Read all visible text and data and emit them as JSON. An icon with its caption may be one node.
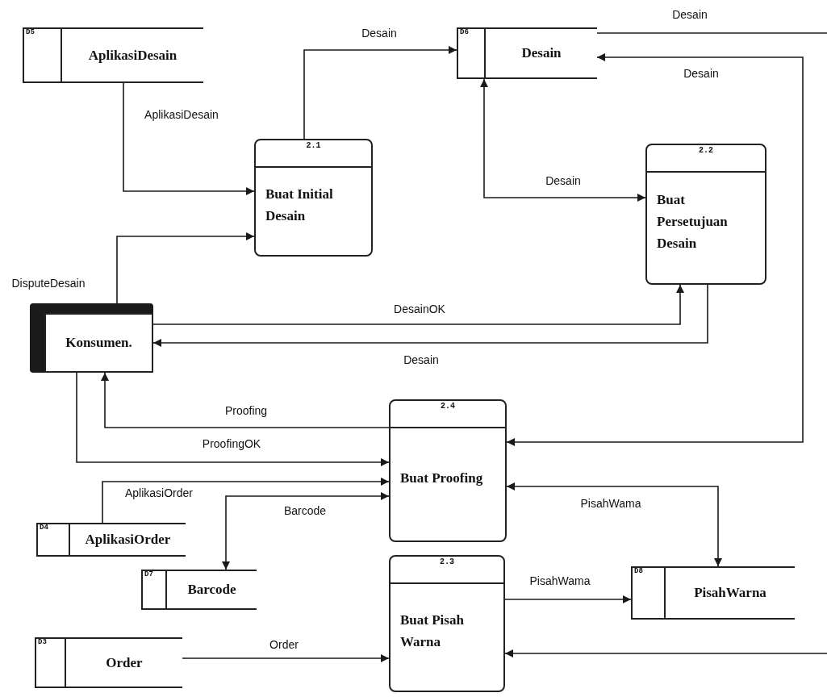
{
  "diagram": {
    "nodes": [
      {
        "text": [
          "D5",
          "AplikasiDesain"
        ]
      },
      {
        "text": [
          "D6",
          "Desain"
        ]
      },
      {
        "text": [
          "2.1",
          "Buat Initial Desain"
        ]
      },
      {
        "text": [
          "2.2",
          "Buat Persetujuan Desain"
        ]
      },
      {
        "text": [
          "Konsumen."
        ]
      },
      {
        "text": [
          "2.4",
          "Buat Proofing"
        ]
      },
      {
        "text": [
          "D4",
          "AplikasiOrder"
        ]
      },
      {
        "text": [
          "D7",
          "Barcode"
        ]
      },
      {
        "text": [
          "2.3",
          "Buat Pisah Warna"
        ]
      },
      {
        "text": [
          "D8",
          "PisahWarna"
        ]
      },
      {
        "text": [
          "D3",
          "Order"
        ]
      }
    ],
    "edges": [
      {
        "from": 0,
        "to": 2,
        "arrow": "to",
        "label": "AplikasiDesain"
      },
      {
        "from": 2,
        "to": 1,
        "arrow": "to",
        "label": "Desain"
      },
      {
        "from": 1,
        "to": null,
        "arrow": "none",
        "label": "Desain"
      },
      {
        "from": 5,
        "to": 1,
        "arrow": "both",
        "label": "Desain"
      },
      {
        "from": 1,
        "to": 3,
        "arrow": "both",
        "label": "Desain"
      },
      {
        "from": 4,
        "to": 2,
        "arrow": "to",
        "label": "DisputeDesain"
      },
      {
        "from": 4,
        "to": 3,
        "arrow": "to",
        "label": "DesainOK"
      },
      {
        "from": 3,
        "to": 4,
        "arrow": "to",
        "label": "Desain"
      },
      {
        "from": 5,
        "to": 4,
        "arrow": "to",
        "label": "Proofing"
      },
      {
        "from": 4,
        "to": 5,
        "arrow": "to",
        "label": "ProofingOK"
      },
      {
        "from": 6,
        "to": 5,
        "arrow": "to",
        "label": "AplikasiOrder"
      },
      {
        "from": 5,
        "to": 7,
        "arrow": "both",
        "label": "Barcode"
      },
      {
        "from": 5,
        "to": 9,
        "arrow": "both",
        "label": "PisahWama"
      },
      {
        "from": 8,
        "to": 9,
        "arrow": "to",
        "label": "PisahWama"
      },
      {
        "from": 10,
        "to": 8,
        "arrow": "to",
        "label": "Order"
      },
      {
        "from": null,
        "to": 8,
        "arrow": "to"
      }
    ]
  }
}
